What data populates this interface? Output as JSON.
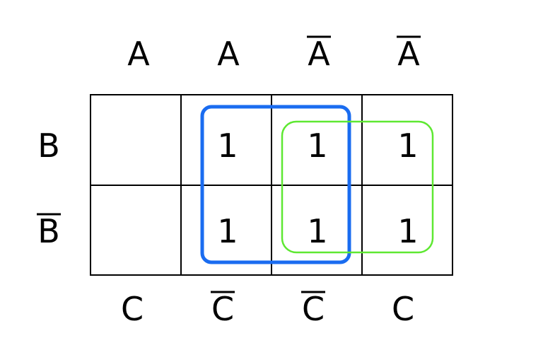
{
  "title": "Karnaugh map",
  "top_labels": [
    {
      "text": "A",
      "negated": false
    },
    {
      "text": "A",
      "negated": false
    },
    {
      "text": "A",
      "negated": true
    },
    {
      "text": "A",
      "negated": true
    }
  ],
  "left_labels": [
    {
      "text": "B",
      "negated": false
    },
    {
      "text": "B",
      "negated": true
    }
  ],
  "bottom_labels": [
    {
      "text": "C",
      "negated": false
    },
    {
      "text": "C",
      "negated": true
    },
    {
      "text": "C",
      "negated": true
    },
    {
      "text": "C",
      "negated": false
    }
  ],
  "cells": [
    [
      "",
      "1",
      "1",
      "1"
    ],
    [
      "",
      "1",
      "1",
      "1"
    ]
  ],
  "groups": [
    {
      "name": "blue-group",
      "color": "#1a6cf0",
      "rows": [
        0,
        1
      ],
      "cols": [
        1,
        2
      ]
    },
    {
      "name": "green-group",
      "color": "#5ee832",
      "rows": [
        0,
        1
      ],
      "cols": [
        2,
        3
      ]
    }
  ]
}
